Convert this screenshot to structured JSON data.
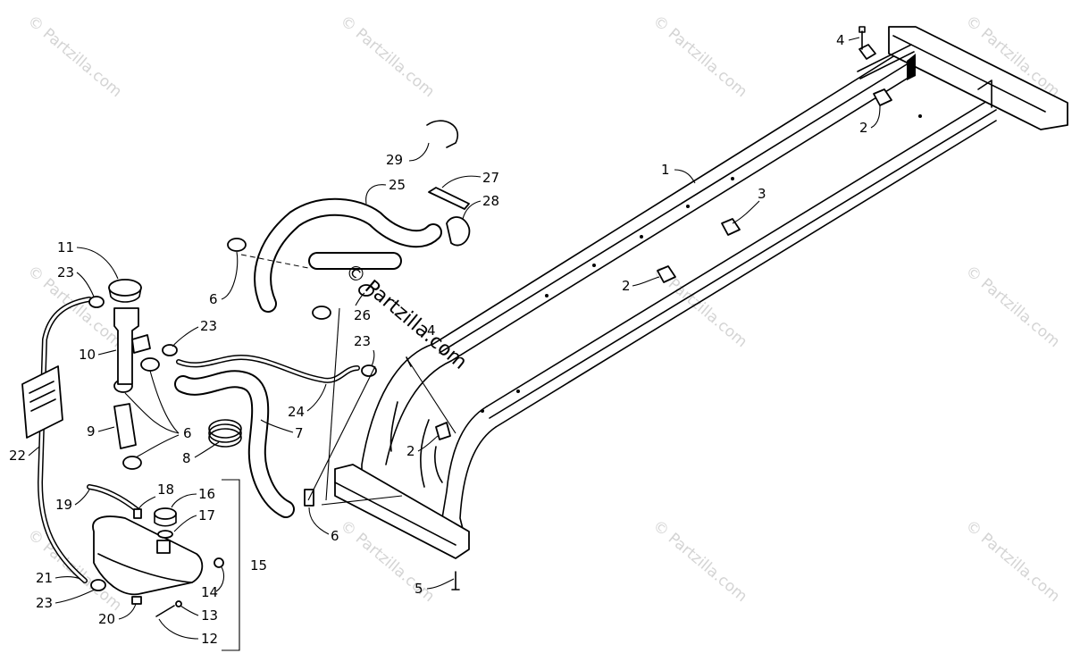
{
  "watermark": {
    "text": "© Partzilla.com",
    "center_text": "© Partzilla.com"
  },
  "callouts": [
    {
      "label": "1"
    },
    {
      "label": "2"
    },
    {
      "label": "2"
    },
    {
      "label": "2"
    },
    {
      "label": "3"
    },
    {
      "label": "4"
    },
    {
      "label": "4"
    },
    {
      "label": "5"
    },
    {
      "label": "6"
    },
    {
      "label": "6"
    },
    {
      "label": "6"
    },
    {
      "label": "7"
    },
    {
      "label": "8"
    },
    {
      "label": "9"
    },
    {
      "label": "10"
    },
    {
      "label": "11"
    },
    {
      "label": "12"
    },
    {
      "label": "13"
    },
    {
      "label": "14"
    },
    {
      "label": "15"
    },
    {
      "label": "16"
    },
    {
      "label": "17"
    },
    {
      "label": "18"
    },
    {
      "label": "19"
    },
    {
      "label": "20"
    },
    {
      "label": "21"
    },
    {
      "label": "22"
    },
    {
      "label": "23"
    },
    {
      "label": "23"
    },
    {
      "label": "23"
    },
    {
      "label": "23"
    },
    {
      "label": "24"
    },
    {
      "label": "25"
    },
    {
      "label": "26"
    },
    {
      "label": "27"
    },
    {
      "label": "28"
    },
    {
      "label": "29"
    }
  ]
}
